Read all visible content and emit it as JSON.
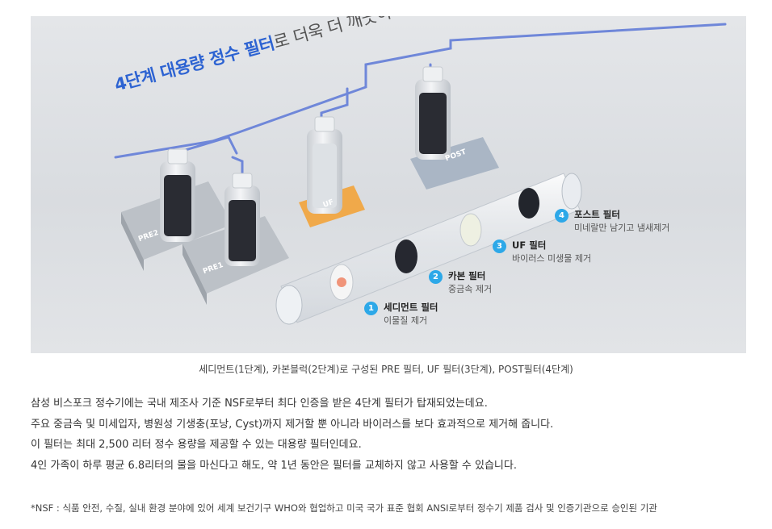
{
  "figure": {
    "headline_bold": "4단계 대용량 정수 필터",
    "headline_rest": "로 더욱 더 깨끗하게",
    "tags": [
      "PRE2",
      "PRE1",
      "UF",
      "POST"
    ],
    "steps": [
      {
        "num": "1",
        "title": "세디먼트 필터",
        "desc": "이물질 제거"
      },
      {
        "num": "2",
        "title": "카본 필터",
        "desc": "중금속 제거"
      },
      {
        "num": "3",
        "title": "UF 필터",
        "desc": "바이러스 미생물 제거"
      },
      {
        "num": "4",
        "title": "포스트 필터",
        "desc": "미네랄만 남기고 냄새제거"
      }
    ],
    "colors": {
      "accent_blue": "#2d63d2",
      "step_badge": "#2da8e8",
      "pipe": "#6f87d9"
    }
  },
  "caption": "세디먼트(1단계), 카본블럭(2단계)로 구성된 PRE 필터, UF 필터(3단계), POST필터(4단계)",
  "paragraph": [
    "삼성 비스포크 정수기에는 국내 제조사 기준 NSF로부터 최다 인증을 받은 4단계 필터가 탑재되었는데요.",
    "주요 중금속 및 미세입자, 병원성 기생충(포낭, Cyst)까지 제거할 뿐 아니라 바이러스를 보다 효과적으로 제거해 줍니다.",
    "이 필터는 최대 2,500 리터 정수 용량을 제공할 수 있는 대용량 필터인데요.",
    "4인 가족이 하루 평균 6.8리터의 물을 마신다고 해도, 약 1년 동안은 필터를 교체하지 않고 사용할 수 있습니다."
  ],
  "footnote": "*NSF : 식품 안전, 수질, 실내 환경 분야에 있어 세계 보건기구 WHO와 협업하고 미국 국가 표준 협회 ANSI로부터 정수기 제품 검사 및 인증기관으로 승인된 기관"
}
